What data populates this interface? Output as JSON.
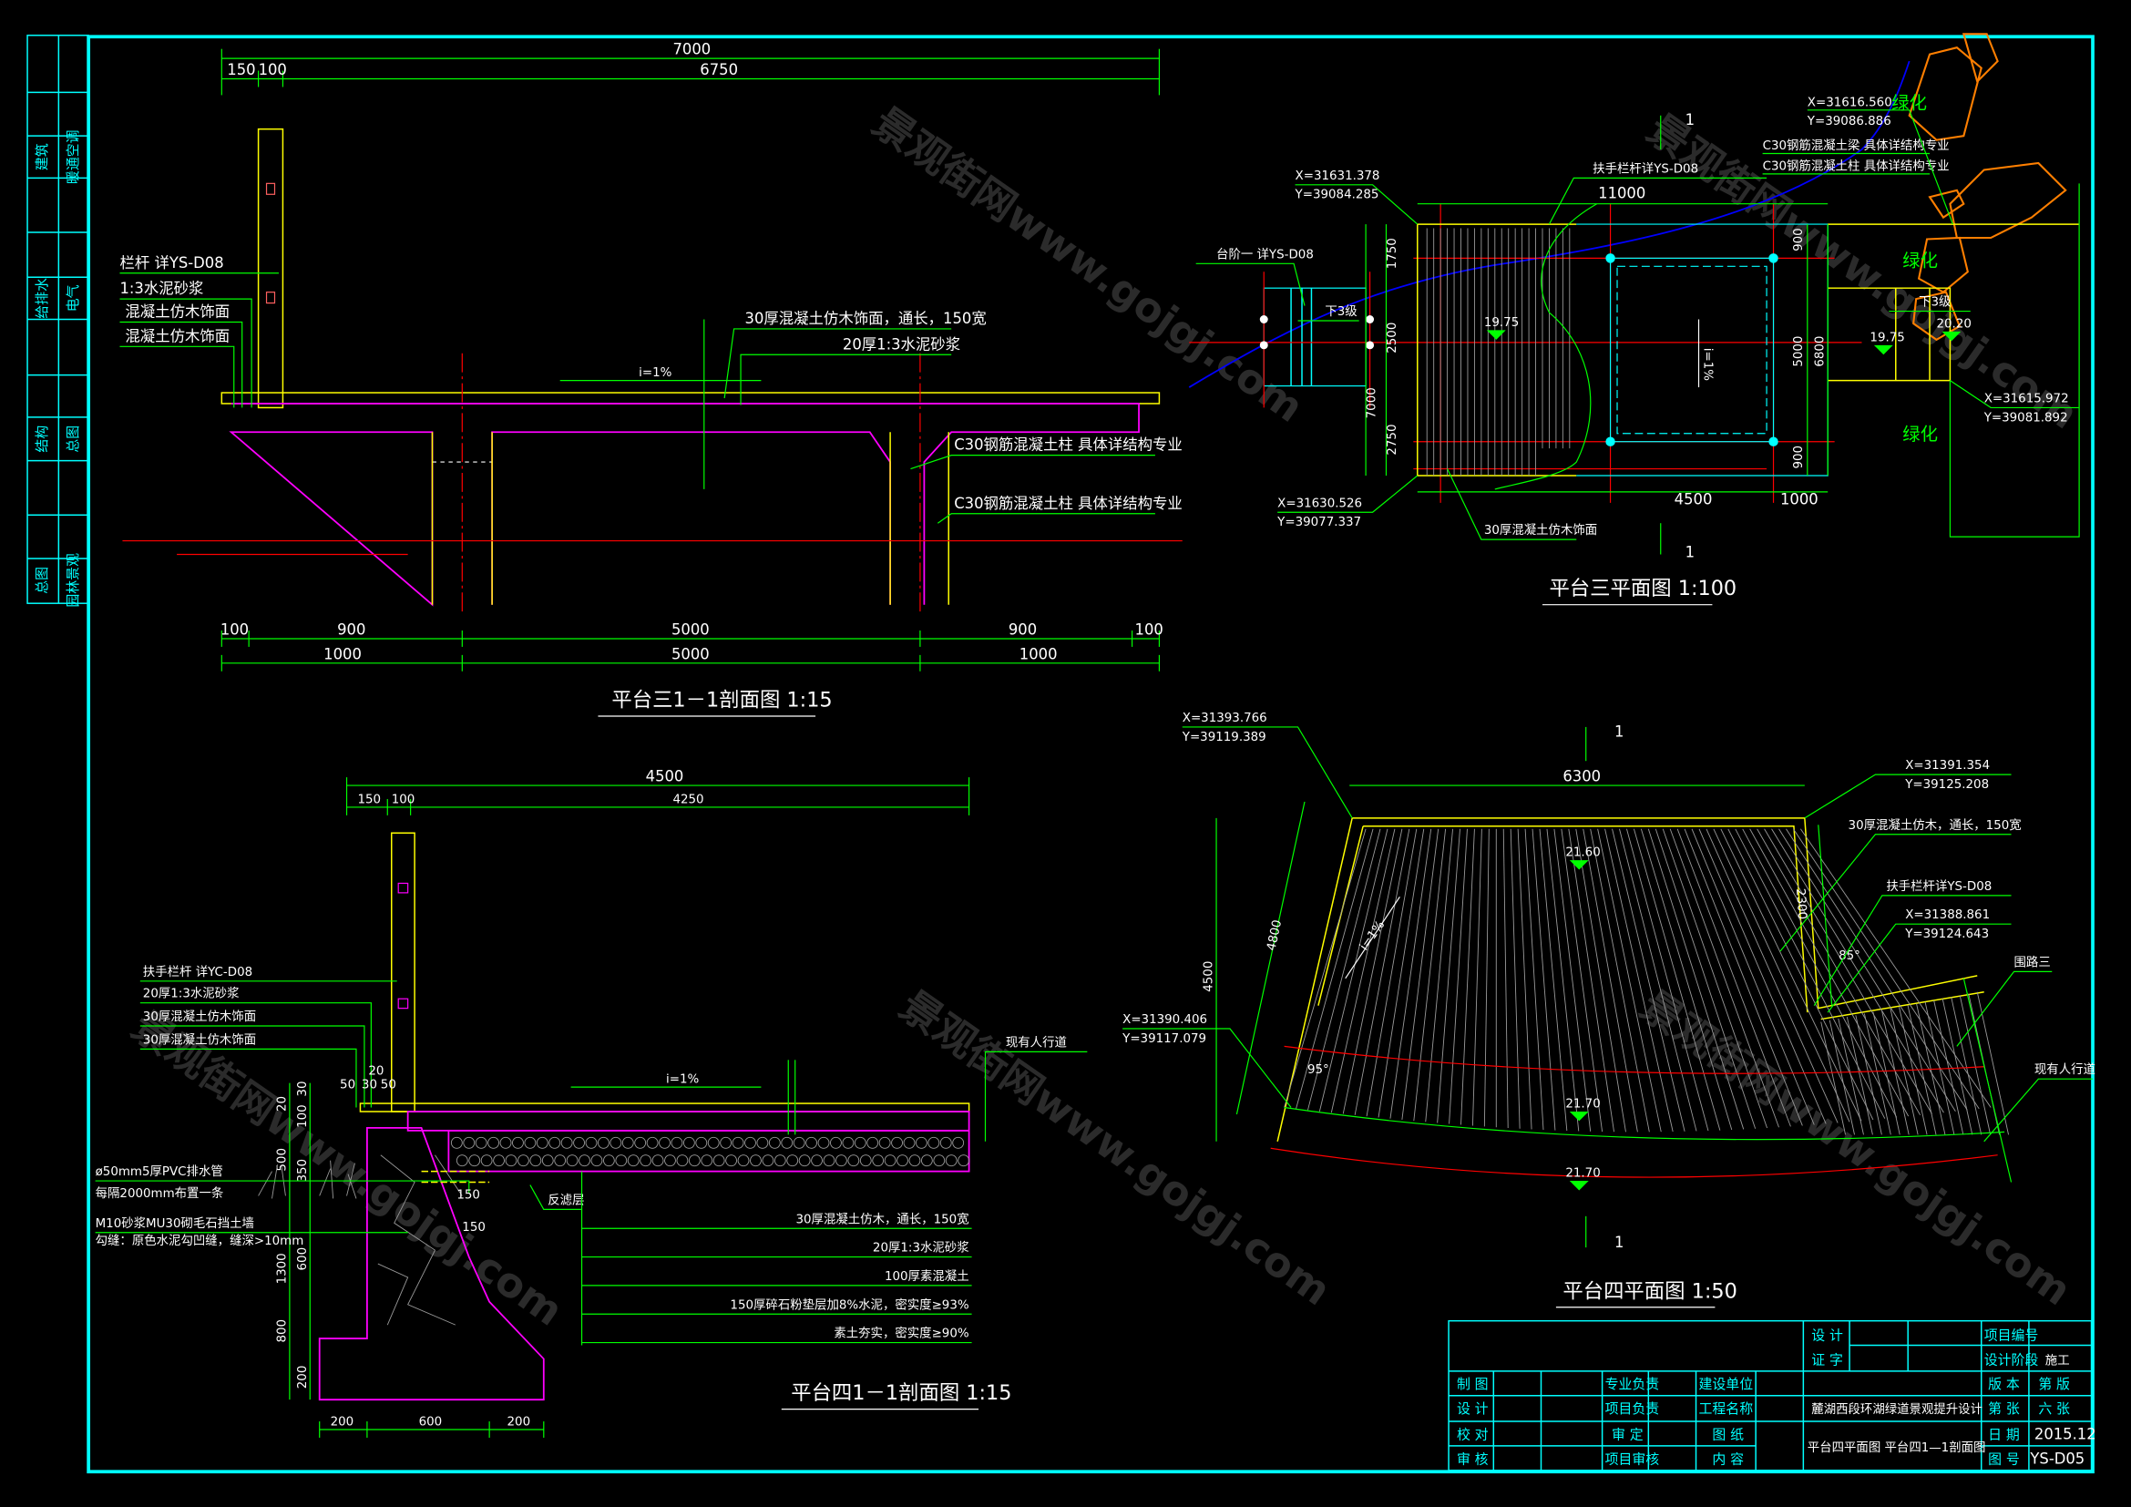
{
  "sheet": {
    "watermark": "景观街网www.gojgj.com",
    "left_strip": [
      [
        "建筑",
        "暖通空调"
      ],
      [
        "给排水",
        "电气"
      ],
      [
        "结构",
        "总图"
      ],
      [
        "总图",
        "园林景观"
      ]
    ],
    "colors": {
      "border": "#00ffff",
      "dim": "#00ff00",
      "deck": "#ffff00",
      "structure": "#ff00ff",
      "axis": "#ff0000",
      "contour": "#0000ff",
      "rock": "#ff7f00"
    }
  },
  "section3": {
    "title": "平台三1－1剖面图 1:15",
    "dim_total": "7000",
    "dim_top": [
      "150",
      "100",
      "6750"
    ],
    "dim_bottom_1": [
      "100",
      "900",
      "5000",
      "900",
      "100"
    ],
    "dim_bottom_2": [
      "1000",
      "5000",
      "1000"
    ],
    "slope": "i=1%",
    "labels_left": [
      "栏杆 详YS-D08",
      "1:3水泥砂浆",
      "混凝土仿木饰面",
      "混凝土仿木饰面"
    ],
    "label_facing": "30厚混凝土仿木饰面，通长，150宽",
    "label_mortar": "20厚1:3水泥砂浆",
    "label_column_1": "C30钢筋混凝土柱 具体详结构专业",
    "label_column_2": "C30钢筋混凝土柱 具体详结构专业"
  },
  "plan3": {
    "title": "平台三平面图 1:100",
    "section_mark": "1",
    "coord_nw": {
      "x": "X=31631.378",
      "y": "Y=39084.285"
    },
    "coord_sw": {
      "x": "X=31630.526",
      "y": "Y=39077.337"
    },
    "coord_ne": {
      "x": "X=31616.560",
      "y": "Y=39086.886"
    },
    "coord_se": {
      "x": "X=31615.972",
      "y": "Y=39081.892"
    },
    "handrail": "扶手栏杆详YS-D08",
    "step_detail": "台阶一 详YS-D08",
    "beam": "C30钢筋混凝土梁    具体详结构专业",
    "column": "C30钢筋混凝土柱    具体详结构专业",
    "greening": "绿化",
    "steps_down": "下3级",
    "facing": "30厚混凝土仿木饰面",
    "slope": "i=1%",
    "dim_width": "11000",
    "dims_left": [
      "1750",
      "2500",
      "2750"
    ],
    "dim_left_total": "7000",
    "dims_right": [
      "900",
      "5000",
      "900"
    ],
    "dim_right_total": "6800",
    "dims_bottom": [
      "4500",
      "1000"
    ],
    "elevations": [
      "19.75",
      "19.75",
      "20.20"
    ]
  },
  "plan4": {
    "title": "平台四平面图 1:50",
    "section_mark": "1",
    "coord_nw": {
      "x": "X=31393.766",
      "y": "Y=39119.389"
    },
    "coord_ne": {
      "x": "X=31391.354",
      "y": "Y=39125.208"
    },
    "coord_e": {
      "x": "X=31388.861",
      "y": "Y=39124.643"
    },
    "coord_sw": {
      "x": "X=31390.406",
      "y": "Y=39117.079"
    },
    "facing": "30厚混凝土仿木，通长，150宽",
    "handrail": "扶手栏杆详YS-D08",
    "road": "围路三",
    "sidewalk": "现有人行道",
    "slope": "i=1%",
    "dim_top": "6300",
    "dim_side": "2300",
    "dim_height": "4500",
    "dim_slant": "4800",
    "angle_right": "85°",
    "angle_left": "95°",
    "elevations": [
      "21.60",
      "21.70",
      "21.70"
    ]
  },
  "section4": {
    "title": "平台四1－1剖面图 1:15",
    "dim_total": "4500",
    "dim_top": [
      "150",
      "100",
      "4250"
    ],
    "dim_detail": [
      "50",
      "30",
      "50",
      "20"
    ],
    "dims_left": [
      "30",
      "20",
      "100",
      "350",
      "500",
      "600",
      "1300",
      "800",
      "200"
    ],
    "dims_bottom": [
      "200",
      "600",
      "200"
    ],
    "dims_mid": [
      "150",
      "150"
    ],
    "slope": "i=1%",
    "sidewalk": "现有人行道",
    "labels_left": [
      "扶手栏杆 详YC-D08",
      "20厚1:3水泥砂浆",
      "30厚混凝土仿木饰面",
      "30厚混凝土仿木饰面"
    ],
    "drain": [
      "ø50mm5厚PVC排水管",
      "每隔2000mm布置一条"
    ],
    "wall": [
      "M10砂浆MU30砌毛石挡土墙",
      "勾缝：原色水泥勾凹缝，缝深>10mm"
    ],
    "filter": "反滤层",
    "layers": [
      "30厚混凝土仿木，通长，150宽",
      "20厚1:3水泥砂浆",
      "100厚素混凝土",
      "150厚碎石粉垫层加8%水泥，密实度≥93%",
      "素土夯实，密实度≥90%"
    ]
  },
  "title_block": {
    "design_cert": [
      "设 计",
      "证 字"
    ],
    "project_no_label": "项目编号",
    "stage_label": "设计阶段",
    "stage_value": "施工",
    "rows_left": [
      "制 图",
      "设 计",
      "校 对",
      "审 核"
    ],
    "rows_mid": [
      "专业负责",
      "项目负责",
      "审 定",
      "项目审核"
    ],
    "client_label": "建设单位",
    "project_label": "工程名称",
    "project_name": "麓湖西段环湖绿道景观提升设计",
    "drawing_label": [
      "图 纸",
      "内 容"
    ],
    "drawing_content": "平台四平面图  平台四1—1剖面图",
    "right_labels": [
      "版 本",
      "第 张",
      "日 期",
      "图 号"
    ],
    "right_values": [
      "第  版",
      "六  张",
      "2015.12",
      "YS-D05"
    ]
  }
}
